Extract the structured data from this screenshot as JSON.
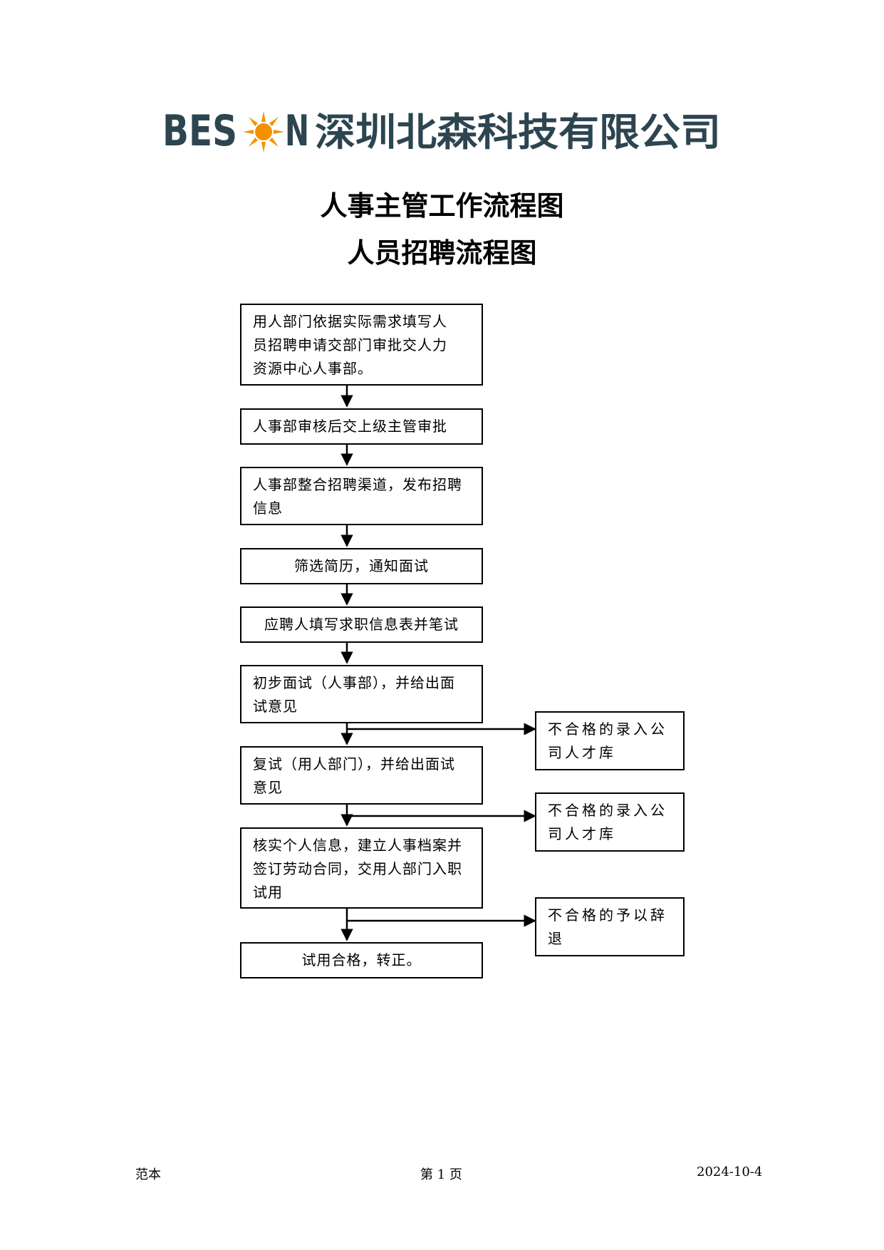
{
  "logo": {
    "brand_left": "BES",
    "brand_right": "N",
    "company_name": "深圳北森科技有限公司",
    "brand_color": "#2d4550",
    "sun_color": "#f39200"
  },
  "titles": {
    "main": "人事主管工作流程图",
    "sub": "人员招聘流程图"
  },
  "flow": {
    "steps": [
      {
        "lines": [
          "用人部门依据实际需求填写人",
          "员招聘申请交部门审批交人力",
          "资源中心人事部。"
        ]
      },
      {
        "lines": [
          "人事部审核后交上级主管审批"
        ]
      },
      {
        "lines": [
          "人事部整合招聘渠道，发布招聘",
          "信息"
        ]
      },
      {
        "lines": [
          "筛选简历，通知面试"
        ]
      },
      {
        "lines": [
          "应聘人填写求职信息表并笔试"
        ]
      },
      {
        "lines": [
          "初步面试（人事部），并给出面",
          "试意见"
        ]
      },
      {
        "lines": [
          "复试（用人部门），并给出面试",
          "意见"
        ]
      },
      {
        "lines": [
          "核实个人信息，建立人事档案并",
          "签订劳动合同，交用人部门入职",
          "试用"
        ]
      },
      {
        "lines": [
          "试用合格，转正。"
        ]
      }
    ],
    "branches": [
      {
        "lines": [
          "不合格的录入公",
          "司人才库"
        ]
      },
      {
        "lines": [
          "不合格的录入公",
          "司人才库"
        ]
      },
      {
        "lines": [
          "不合格的予以辞",
          "退"
        ]
      }
    ]
  },
  "footer": {
    "left": "范本",
    "center": "第 1 页",
    "right": "2024-10-4"
  }
}
